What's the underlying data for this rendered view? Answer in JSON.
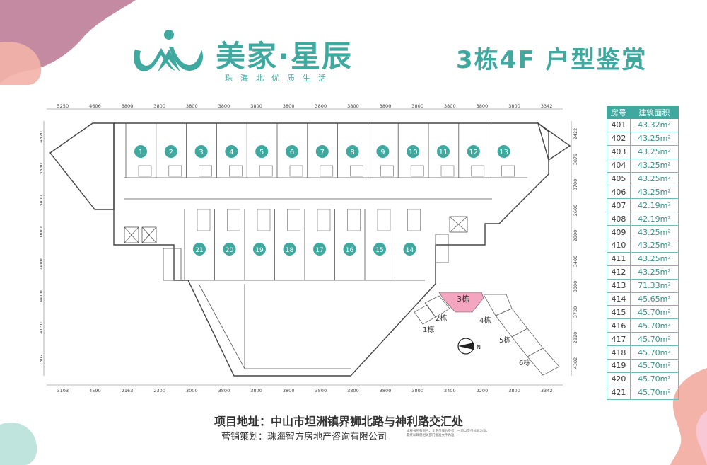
{
  "brand": {
    "name": "美家·星辰",
    "slogan": "珠海北优质生活"
  },
  "page_title": "3栋4F 户型鉴赏",
  "colors": {
    "brand": "#3fa9a0",
    "unit_circle": "#3fa9a0",
    "highlight_building": "#f4a6c0",
    "blob_mauve": "#c48aa1",
    "blob_pink": "#f3b3a8",
    "blob_mint": "#bfe3dd"
  },
  "floor_plan": {
    "top_dimensions": [
      "5250",
      "4606",
      "3800",
      "3800",
      "3800",
      "3800",
      "3800",
      "3800",
      "3800",
      "3800",
      "3800",
      "3800",
      "3800",
      "3800",
      "3800",
      "3342"
    ],
    "bottom_dimensions": [
      "3103",
      "4590",
      "2163",
      "2300",
      "3000",
      "3800",
      "3800",
      "3800",
      "3800",
      "3800",
      "3800",
      "3800",
      "2400",
      "2200",
      "3800",
      "3342"
    ],
    "left_dimensions": [
      "4820",
      "3380",
      "3400",
      "1600",
      "2400",
      "4400",
      "4130",
      "7302"
    ],
    "right_dimensions": [
      "2422",
      "3879",
      "3700",
      "2600",
      "2800",
      "3400",
      "3000",
      "3730",
      "2920",
      "4382"
    ],
    "upper_units": [
      "1",
      "2",
      "3",
      "4",
      "5",
      "6",
      "7",
      "8",
      "9",
      "10",
      "11",
      "12",
      "13"
    ],
    "lower_units": [
      "21",
      "20",
      "19",
      "18",
      "17",
      "16",
      "15",
      "14"
    ]
  },
  "site_map": {
    "buildings": [
      "1栋",
      "2栋",
      "3栋",
      "4栋",
      "5栋",
      "6栋"
    ],
    "highlighted": "3栋",
    "compass": "N"
  },
  "area_table": {
    "headers": [
      "房号",
      "建筑面积"
    ],
    "rows": [
      {
        "unit": "401",
        "area": "43.32m²"
      },
      {
        "unit": "402",
        "area": "43.25m²"
      },
      {
        "unit": "403",
        "area": "43.25m²"
      },
      {
        "unit": "404",
        "area": "43.25m²"
      },
      {
        "unit": "405",
        "area": "43.25m²"
      },
      {
        "unit": "406",
        "area": "43.25m²"
      },
      {
        "unit": "407",
        "area": "42.19m²"
      },
      {
        "unit": "408",
        "area": "42.19m²"
      },
      {
        "unit": "409",
        "area": "43.25m²"
      },
      {
        "unit": "410",
        "area": "43.25m²"
      },
      {
        "unit": "411",
        "area": "43.25m²"
      },
      {
        "unit": "412",
        "area": "43.25m²"
      },
      {
        "unit": "413",
        "area": "71.33m²"
      },
      {
        "unit": "414",
        "area": "45.65m²"
      },
      {
        "unit": "415",
        "area": "45.70m²"
      },
      {
        "unit": "416",
        "area": "45.70m²"
      },
      {
        "unit": "417",
        "area": "45.70m²"
      },
      {
        "unit": "418",
        "area": "45.70m²"
      },
      {
        "unit": "419",
        "area": "45.70m²"
      },
      {
        "unit": "420",
        "area": "45.70m²"
      },
      {
        "unit": "421",
        "area": "45.70m²"
      }
    ]
  },
  "footer": {
    "address": "项目地址：中山市坦洲镇界狮北路与神利路交汇处",
    "agent": "营销策划：珠海智方房地产咨询有限公司",
    "disclaimer": "本楼书所有图片、文字仅作为参考，一切以交付标准为准，最终以政府相关部门批准文件为准"
  }
}
